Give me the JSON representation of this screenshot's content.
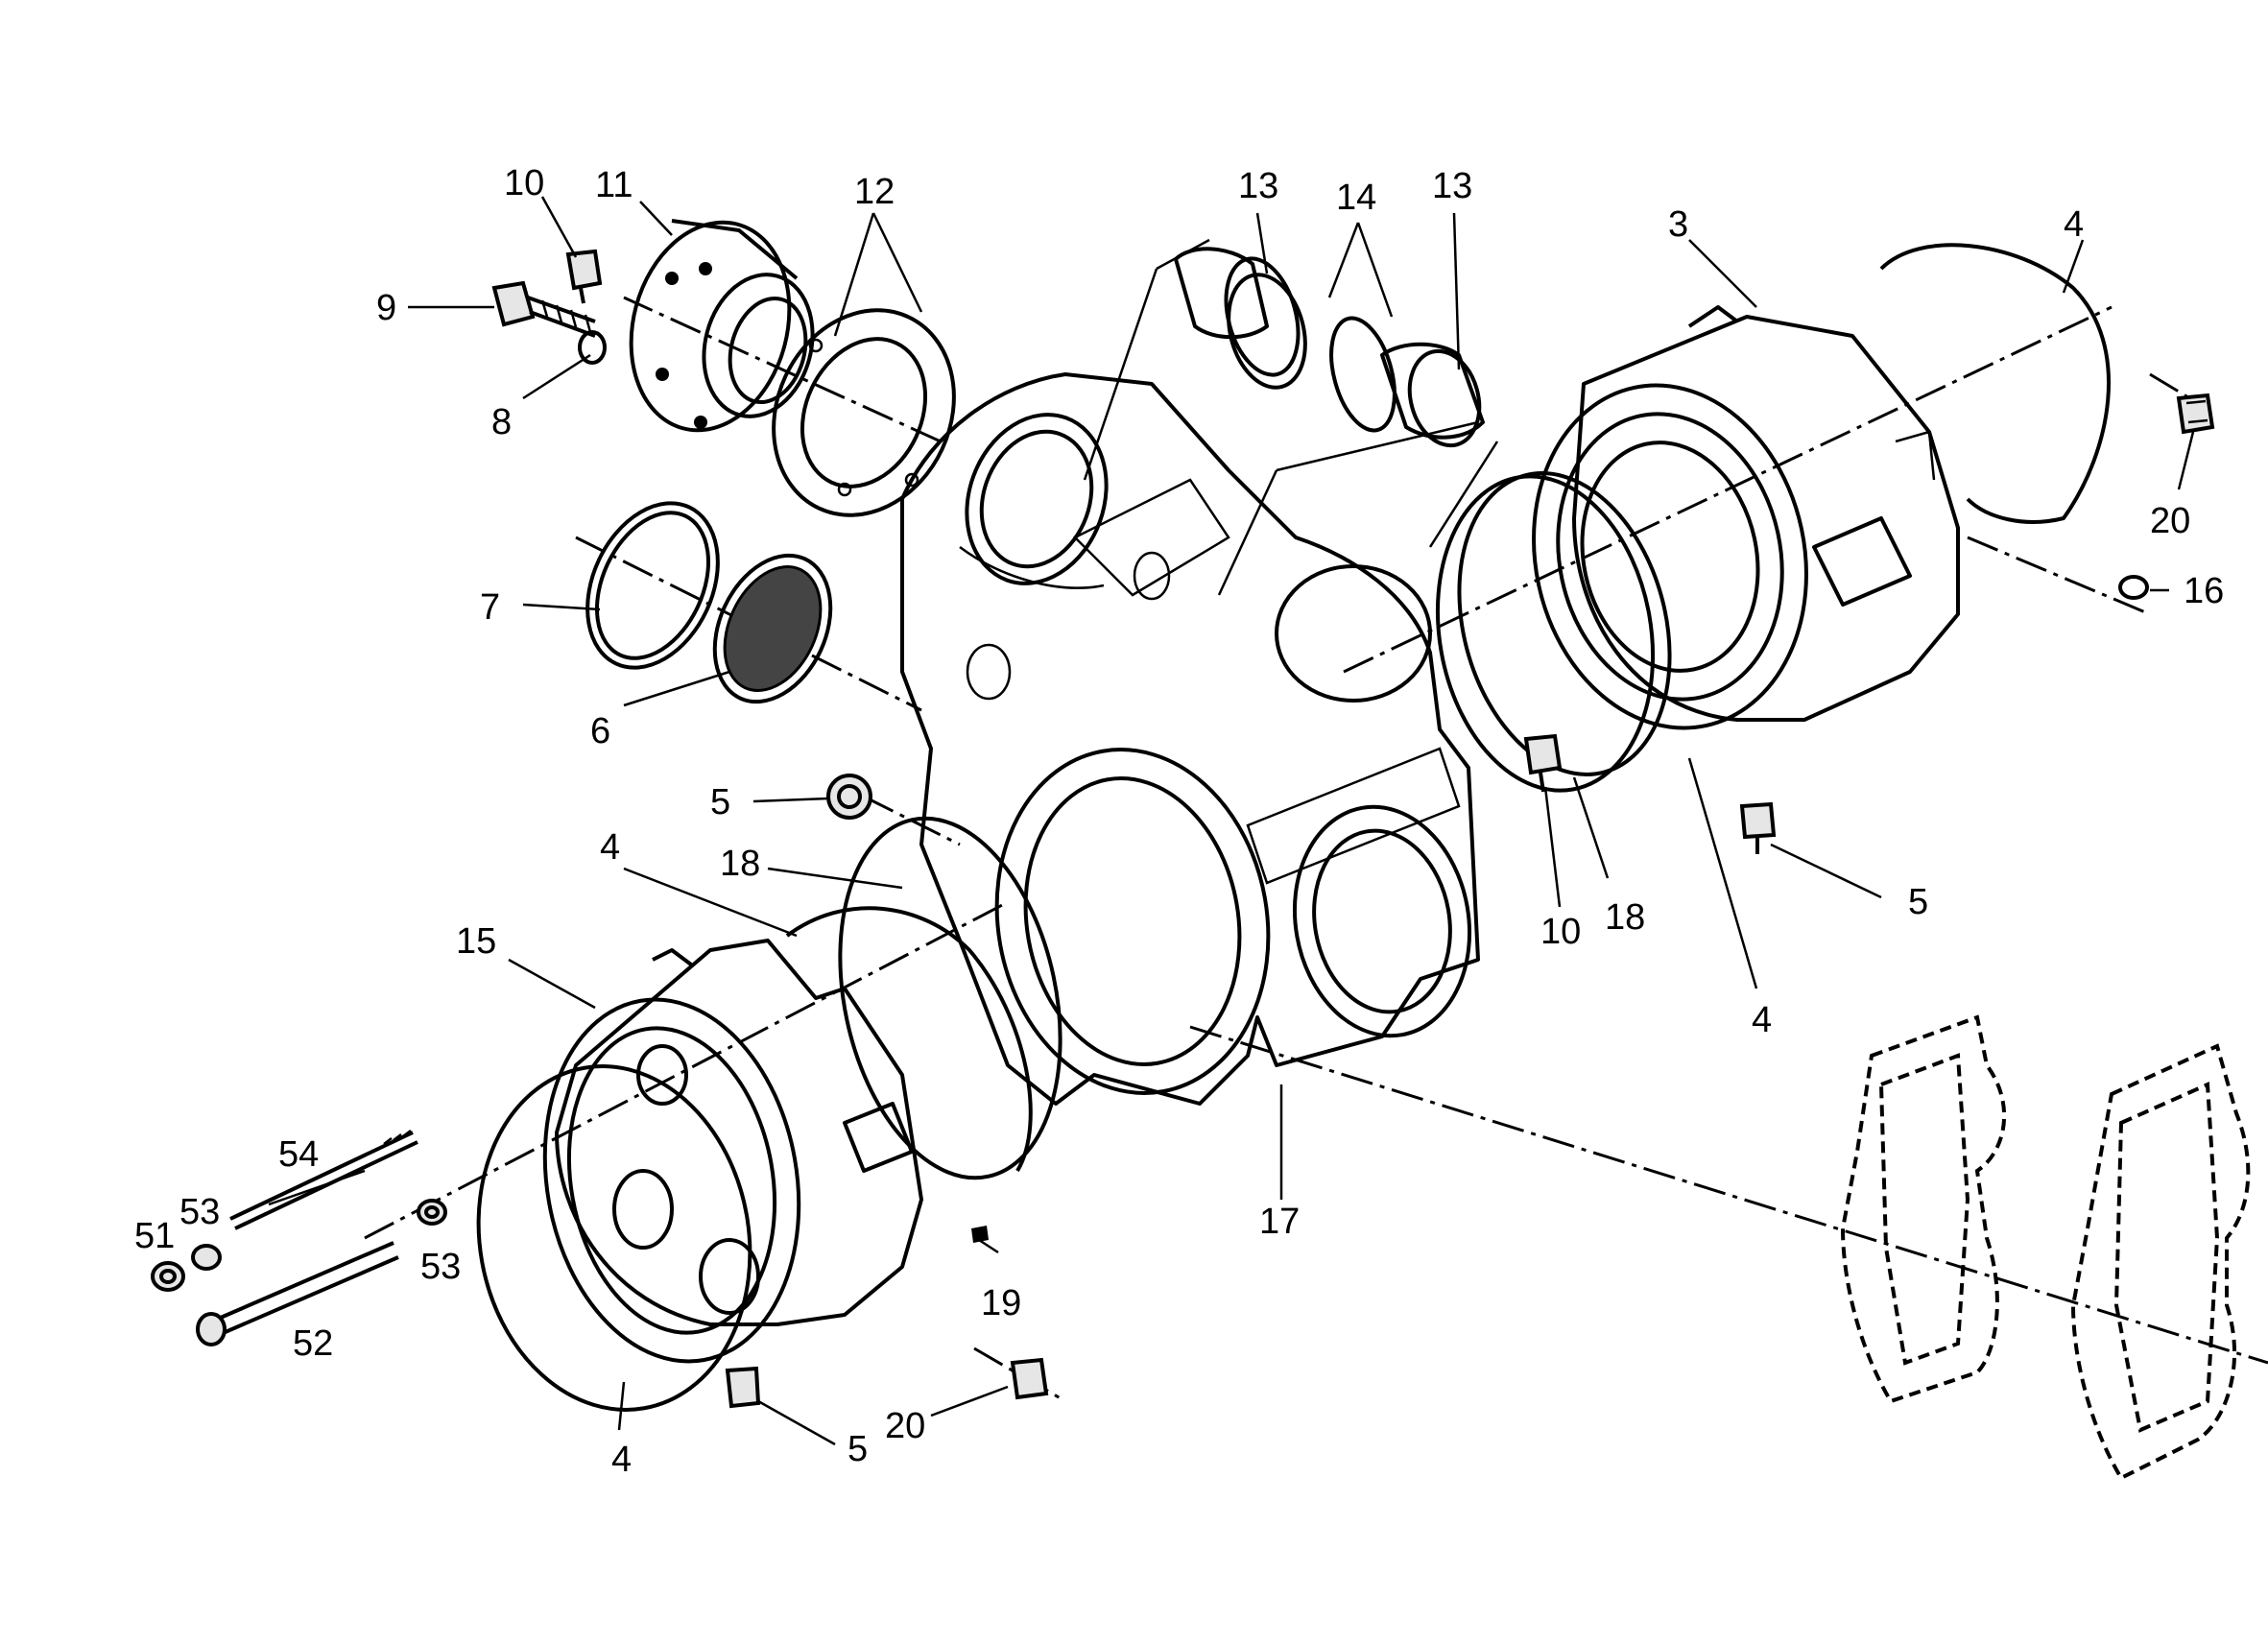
{
  "diagram": {
    "callouts": [
      {
        "id": "c-10-top",
        "text": "10"
      },
      {
        "id": "c-11",
        "text": "11"
      },
      {
        "id": "c-12",
        "text": "12"
      },
      {
        "id": "c-13-left",
        "text": "13"
      },
      {
        "id": "c-14",
        "text": "14"
      },
      {
        "id": "c-13-right",
        "text": "13"
      },
      {
        "id": "c-3",
        "text": "3"
      },
      {
        "id": "c-4-top",
        "text": "4"
      },
      {
        "id": "c-9",
        "text": "9"
      },
      {
        "id": "c-8",
        "text": "8"
      },
      {
        "id": "c-20-top",
        "text": "20"
      },
      {
        "id": "c-16",
        "text": "16"
      },
      {
        "id": "c-7",
        "text": "7"
      },
      {
        "id": "c-6",
        "text": "6"
      },
      {
        "id": "c-5-left",
        "text": "5"
      },
      {
        "id": "c-4-mid",
        "text": "4"
      },
      {
        "id": "c-18-left",
        "text": "18"
      },
      {
        "id": "c-10-mid",
        "text": "10"
      },
      {
        "id": "c-18-right",
        "text": "18"
      },
      {
        "id": "c-5-right",
        "text": "5"
      },
      {
        "id": "c-4-right",
        "text": "4"
      },
      {
        "id": "c-15",
        "text": "15"
      },
      {
        "id": "c-54",
        "text": "54"
      },
      {
        "id": "c-53-left",
        "text": "53"
      },
      {
        "id": "c-51",
        "text": "51"
      },
      {
        "id": "c-53-right",
        "text": "53"
      },
      {
        "id": "c-52",
        "text": "52"
      },
      {
        "id": "c-17",
        "text": "17"
      },
      {
        "id": "c-19",
        "text": "19"
      },
      {
        "id": "c-20-bottom",
        "text": "20"
      },
      {
        "id": "c-5-bottom",
        "text": "5"
      },
      {
        "id": "c-4-bottom",
        "text": "4"
      }
    ]
  }
}
